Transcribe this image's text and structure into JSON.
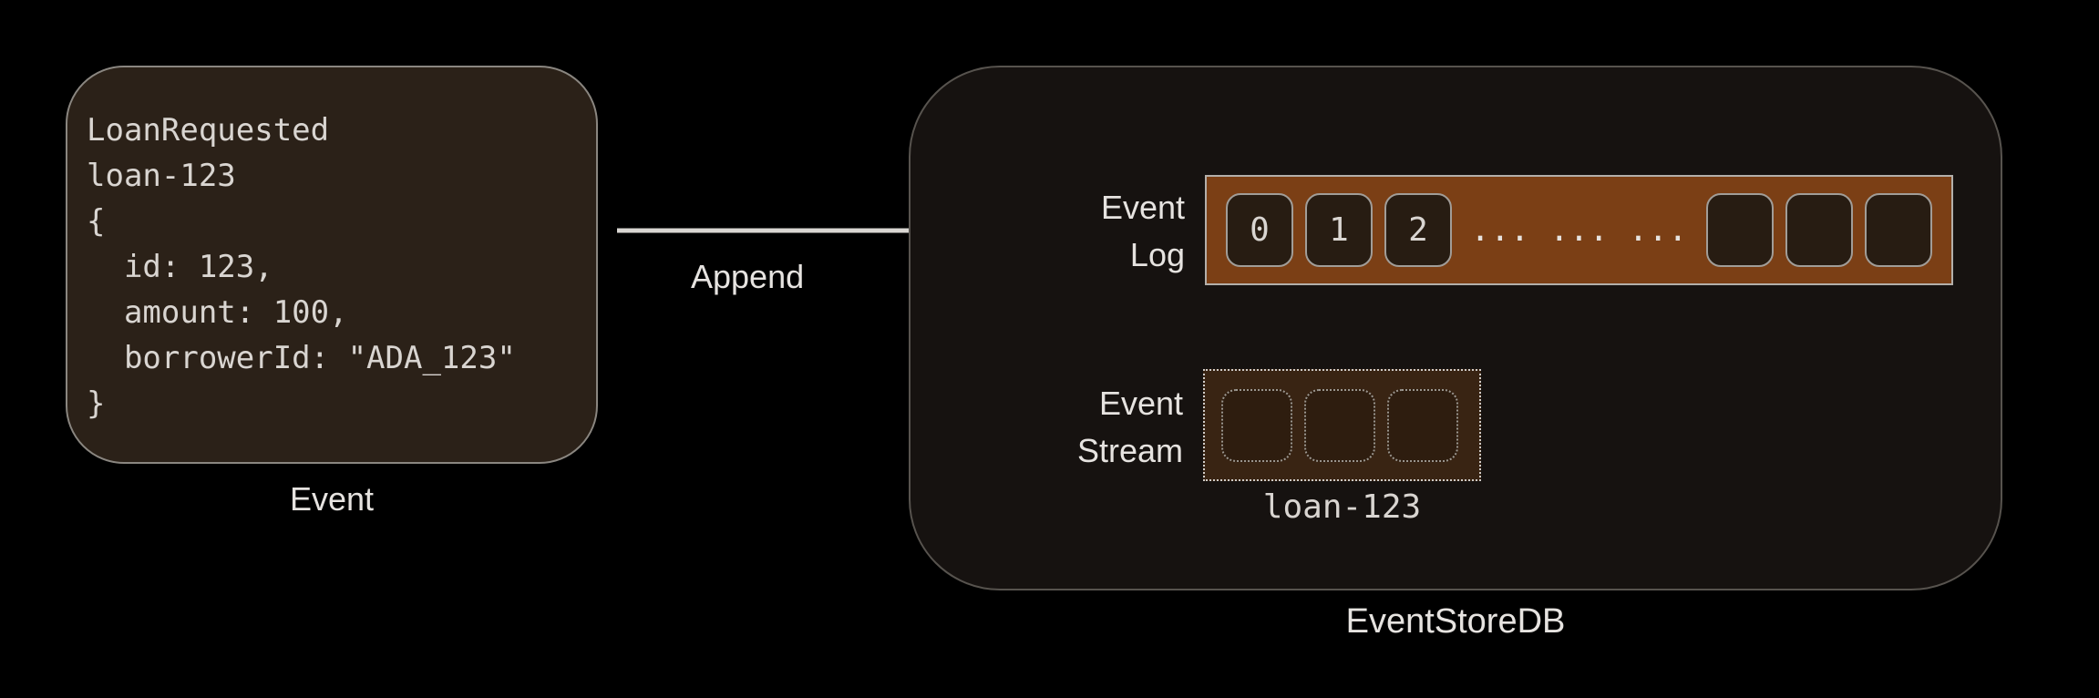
{
  "event_card": {
    "code_lines": [
      "LoanRequested",
      "loan-123",
      "{",
      "  id: 123,",
      "  amount: 100,",
      "  borrowerId: \"ADA_123\"",
      "}"
    ],
    "caption": "Event"
  },
  "append": {
    "label": "Append"
  },
  "eventstoredb": {
    "caption": "EventStoreDB",
    "event_log": {
      "label_line1": "Event",
      "label_line2": "Log",
      "filled_cells": [
        "0",
        "1",
        "2"
      ],
      "ellipsis": "... ... ...",
      "empty_cell_count": 3
    },
    "event_stream": {
      "label_line1": "Event",
      "label_line2": "Stream",
      "empty_cell_count": 3,
      "stream_name": "loan-123"
    }
  },
  "colors": {
    "background": "#000000",
    "card_bg": "#2b2118",
    "container_bg": "#161210",
    "log_bar_orange": "#7b3f15",
    "cell_dark": "#271c12",
    "arrow": "#d9d6d2",
    "text_light": "#e6e3e0",
    "code_text": "#d9d5d1"
  }
}
